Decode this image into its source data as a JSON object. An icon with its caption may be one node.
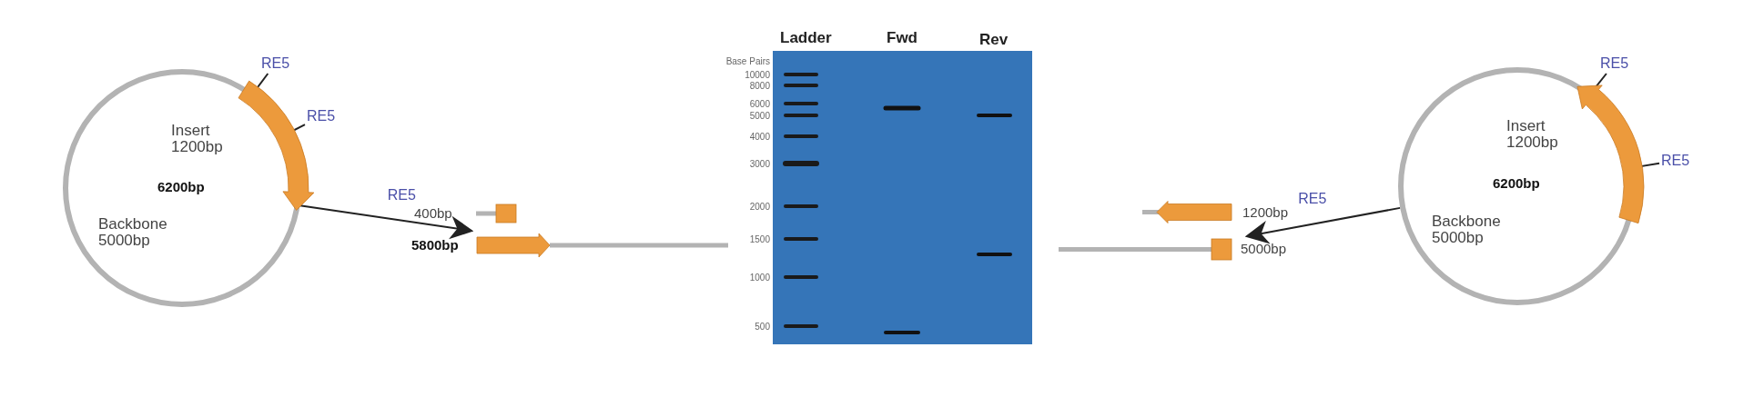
{
  "diagram": {
    "nodes": [
      {
        "text": [
          "Insert 1200bp",
          "6200bp",
          "Backbone 5000bp"
        ]
      },
      {
        "text": [
          "RE5"
        ]
      },
      {
        "text": [
          "RE5"
        ]
      },
      {
        "text": [
          "400bp"
        ]
      },
      {
        "text": [
          "5800bp"
        ]
      },
      {
        "text": [
          "1200bp"
        ]
      },
      {
        "text": [
          "5000bp"
        ]
      },
      {
        "text": [
          "RE5"
        ]
      },
      {
        "text": [
          "RE5"
        ]
      },
      {
        "text": [
          "Insert 1200bp",
          "6200bp",
          "Backbone 5000bp"
        ]
      }
    ],
    "edges": [
      {
        "from": 1,
        "to": 0,
        "arrow": "none"
      },
      {
        "from": 2,
        "to": 0,
        "arrow": "none"
      },
      {
        "from": 0,
        "to": 4,
        "arrow": "to",
        "label": "RE5"
      },
      {
        "from": 9,
        "to": 6,
        "arrow": "to",
        "label": "RE5"
      },
      {
        "from": 7,
        "to": 9,
        "arrow": "none"
      },
      {
        "from": 8,
        "to": 9,
        "arrow": "none"
      }
    ],
    "labels": [
      "Ladder",
      "Fwd",
      "Rev",
      "Base Pairs",
      "10000",
      "8000",
      "6000",
      "5000",
      "4000",
      "3000",
      "2000",
      "1500",
      "1000",
      "500"
    ]
  }
}
